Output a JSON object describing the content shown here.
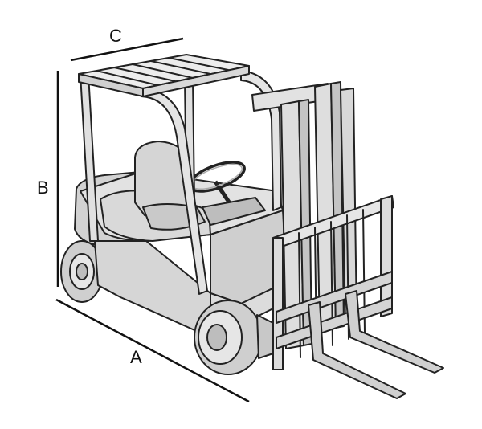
{
  "dimensions": {
    "length_label": "A",
    "height_label": "B",
    "width_label": "C"
  },
  "colors": {
    "body_fill": "#d9d9d9",
    "body_fill_light": "#e6e6e6",
    "body_fill_dark": "#bdbdbd",
    "outline": "#222222",
    "dimension_line": "#111111",
    "background": "#ffffff"
  }
}
